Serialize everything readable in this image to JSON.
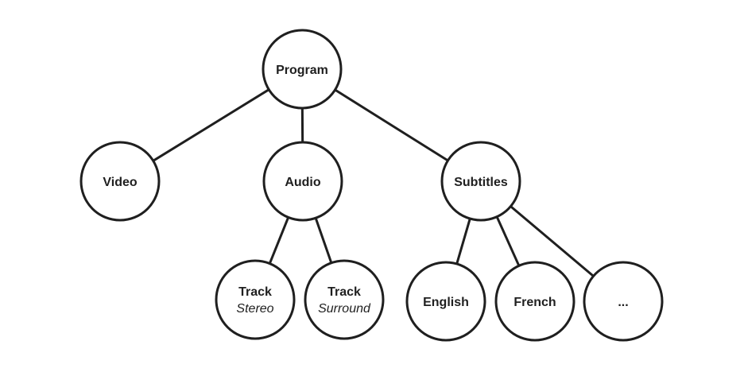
{
  "diagram": {
    "type": "tree",
    "nodes": [
      {
        "id": "program",
        "label": "Program",
        "sublabel": ""
      },
      {
        "id": "video",
        "label": "Video",
        "sublabel": ""
      },
      {
        "id": "audio",
        "label": "Audio",
        "sublabel": ""
      },
      {
        "id": "subtitles",
        "label": "Subtitles",
        "sublabel": ""
      },
      {
        "id": "track-stereo",
        "label": "Track",
        "sublabel": "Stereo"
      },
      {
        "id": "track-surround",
        "label": "Track",
        "sublabel": "Surround"
      },
      {
        "id": "english",
        "label": "English",
        "sublabel": ""
      },
      {
        "id": "french",
        "label": "French",
        "sublabel": ""
      },
      {
        "id": "more",
        "label": "...",
        "sublabel": ""
      }
    ],
    "edges": [
      [
        "program",
        "video"
      ],
      [
        "program",
        "audio"
      ],
      [
        "program",
        "subtitles"
      ],
      [
        "audio",
        "track-stereo"
      ],
      [
        "audio",
        "track-surround"
      ],
      [
        "subtitles",
        "english"
      ],
      [
        "subtitles",
        "french"
      ],
      [
        "subtitles",
        "more"
      ]
    ],
    "colors": {
      "stroke": "#1f1f1f",
      "fill": "#ffffff",
      "text": "#1f1f1f"
    }
  }
}
